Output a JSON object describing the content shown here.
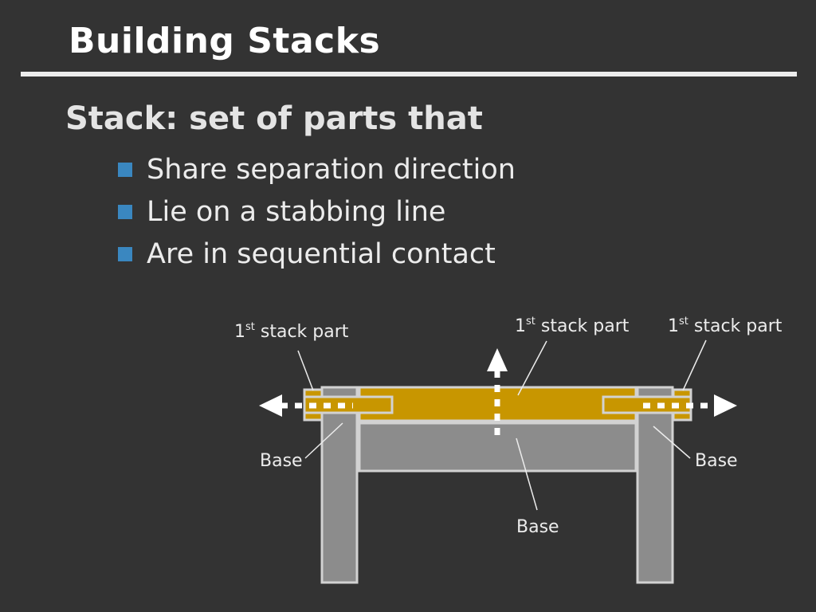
{
  "slide": {
    "title": "Building Stacks",
    "heading": "Stack: set of parts that",
    "bullets": [
      "Share separation direction",
      "Lie on a stabbing line",
      "Are in sequential contact"
    ]
  },
  "diagram": {
    "labels": {
      "stack_part_left": {
        "base": "1",
        "sup": "st",
        "rest": " stack part"
      },
      "stack_part_center": {
        "base": "1",
        "sup": "st",
        "rest": " stack part"
      },
      "stack_part_right": {
        "base": "1",
        "sup": "st",
        "rest": " stack part"
      },
      "base_left": "Base",
      "base_center": "Base",
      "base_right": "Base"
    },
    "colors": {
      "stack_part": "#c89600",
      "base": "#8c8c8c",
      "outline": "#d2d2d2",
      "arrow": "#ffffff",
      "bullet": "#3a87c0"
    }
  }
}
